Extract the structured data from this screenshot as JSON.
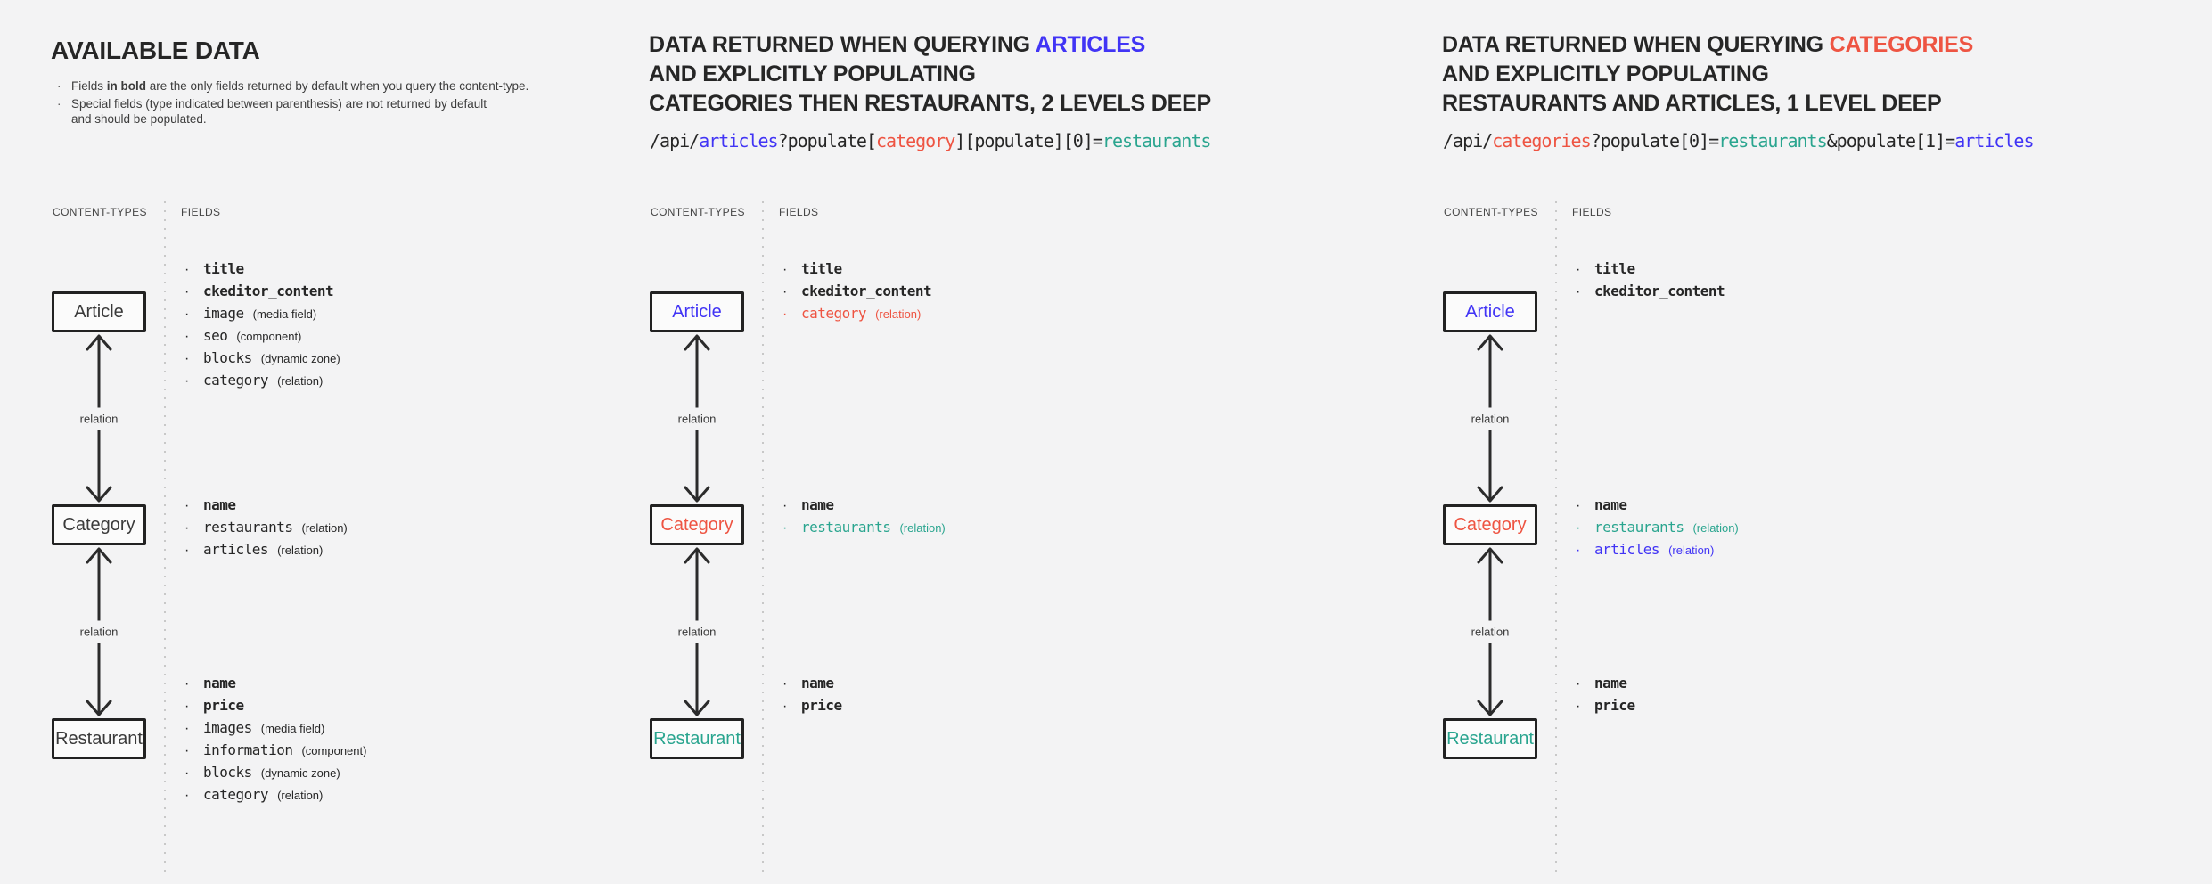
{
  "ui": {
    "bullet": "·"
  },
  "colors": {
    "bg": "#f3f3f4",
    "dark": "#262626",
    "blue": "#4134f5",
    "red": "#ee5442",
    "teal": "#2aa58f"
  },
  "panels": [
    {
      "title_lines": [
        [
          {
            "t": "AVAILABLE DATA",
            "c": "dark"
          }
        ]
      ],
      "notes": [
        {
          "segments": [
            [
              "Fields ",
              false
            ],
            [
              "in bold",
              true
            ],
            [
              " are the only fields returned by default when you query the content-type.",
              false
            ]
          ]
        },
        {
          "segments": [
            [
              "Special fields (type indicated between parenthesis) are not returned by default\nand should be populated.",
              false
            ]
          ]
        }
      ],
      "content_types_label": "CONTENT-TYPES",
      "fields_label": "FIELDS",
      "relation_label": "relation",
      "nodes": [
        {
          "label": "Article",
          "c": "dark",
          "fields": [
            {
              "name": "title",
              "bold": true,
              "c": "dark",
              "type": ""
            },
            {
              "name": "ckeditor_content",
              "bold": true,
              "c": "dark",
              "type": ""
            },
            {
              "name": "image",
              "bold": false,
              "c": "dark",
              "type": "(media field)"
            },
            {
              "name": "seo",
              "bold": false,
              "c": "dark",
              "type": "(component)"
            },
            {
              "name": "blocks",
              "bold": false,
              "c": "dark",
              "type": "(dynamic zone)"
            },
            {
              "name": "category",
              "bold": false,
              "c": "dark",
              "type": "(relation)"
            }
          ]
        },
        {
          "label": "Category",
          "c": "dark",
          "fields": [
            {
              "name": "name",
              "bold": true,
              "c": "dark",
              "type": ""
            },
            {
              "name": "restaurants",
              "bold": false,
              "c": "dark",
              "type": "(relation)"
            },
            {
              "name": "articles",
              "bold": false,
              "c": "dark",
              "type": "(relation)"
            }
          ]
        },
        {
          "label": "Restaurant",
          "c": "dark",
          "fields": [
            {
              "name": "name",
              "bold": true,
              "c": "dark",
              "type": ""
            },
            {
              "name": "price",
              "bold": true,
              "c": "dark",
              "type": ""
            },
            {
              "name": "images",
              "bold": false,
              "c": "dark",
              "type": "(media field)"
            },
            {
              "name": "information",
              "bold": false,
              "c": "dark",
              "type": "(component)"
            },
            {
              "name": "blocks",
              "bold": false,
              "c": "dark",
              "type": "(dynamic zone)"
            },
            {
              "name": "category",
              "bold": false,
              "c": "dark",
              "type": "(relation)"
            }
          ]
        }
      ]
    },
    {
      "title_lines": [
        [
          {
            "t": "DATA RETURNED WHEN QUERYING ",
            "c": "dark"
          },
          {
            "t": "ARTICLES",
            "c": "blue"
          }
        ],
        [
          {
            "t": "AND EXPLICITLY POPULATING",
            "c": "dark"
          }
        ],
        [
          {
            "t": "CATEGORIES THEN RESTAURANTS, 2 LEVELS DEEP",
            "c": "dark"
          }
        ]
      ],
      "api_tokens": [
        {
          "t": "/api/",
          "c": "dark"
        },
        {
          "t": "articles",
          "c": "blue"
        },
        {
          "t": "?populate[",
          "c": "dark"
        },
        {
          "t": "category",
          "c": "red"
        },
        {
          "t": "][populate][0]=",
          "c": "dark"
        },
        {
          "t": "restaurants",
          "c": "teal"
        }
      ],
      "content_types_label": "CONTENT-TYPES",
      "fields_label": "FIELDS",
      "relation_label": "relation",
      "nodes": [
        {
          "label": "Article",
          "c": "blue",
          "fields": [
            {
              "name": "title",
              "bold": true,
              "c": "dark",
              "type": ""
            },
            {
              "name": "ckeditor_content",
              "bold": true,
              "c": "dark",
              "type": ""
            },
            {
              "name": "category",
              "bold": false,
              "c": "red",
              "type": "(relation)"
            }
          ]
        },
        {
          "label": "Category",
          "c": "red",
          "fields": [
            {
              "name": "name",
              "bold": true,
              "c": "dark",
              "type": ""
            },
            {
              "name": "restaurants",
              "bold": false,
              "c": "teal",
              "type": "(relation)"
            }
          ]
        },
        {
          "label": "Restaurant",
          "c": "teal",
          "fields": [
            {
              "name": "name",
              "bold": true,
              "c": "dark",
              "type": ""
            },
            {
              "name": "price",
              "bold": true,
              "c": "dark",
              "type": ""
            }
          ]
        }
      ]
    },
    {
      "title_lines": [
        [
          {
            "t": "DATA RETURNED WHEN QUERYING ",
            "c": "dark"
          },
          {
            "t": "CATEGORIES",
            "c": "red"
          }
        ],
        [
          {
            "t": "AND EXPLICITLY POPULATING",
            "c": "dark"
          }
        ],
        [
          {
            "t": "RESTAURANTS AND ARTICLES, 1 LEVEL DEEP",
            "c": "dark"
          }
        ]
      ],
      "api_tokens": [
        {
          "t": "/api/",
          "c": "dark"
        },
        {
          "t": "categories",
          "c": "red"
        },
        {
          "t": "?populate[0]=",
          "c": "dark"
        },
        {
          "t": "restaurants",
          "c": "teal"
        },
        {
          "t": "&populate[1]=",
          "c": "dark"
        },
        {
          "t": "articles",
          "c": "blue"
        }
      ],
      "content_types_label": "CONTENT-TYPES",
      "fields_label": "FIELDS",
      "relation_label": "relation",
      "nodes": [
        {
          "label": "Article",
          "c": "blue",
          "fields": [
            {
              "name": "title",
              "bold": true,
              "c": "dark",
              "type": ""
            },
            {
              "name": "ckeditor_content",
              "bold": true,
              "c": "dark",
              "type": ""
            }
          ]
        },
        {
          "label": "Category",
          "c": "red",
          "fields": [
            {
              "name": "name",
              "bold": true,
              "c": "dark",
              "type": ""
            },
            {
              "name": "restaurants",
              "bold": false,
              "c": "teal",
              "type": "(relation)"
            },
            {
              "name": "articles",
              "bold": false,
              "c": "blue",
              "type": "(relation)"
            }
          ]
        },
        {
          "label": "Restaurant",
          "c": "teal",
          "fields": [
            {
              "name": "name",
              "bold": true,
              "c": "dark",
              "type": ""
            },
            {
              "name": "price",
              "bold": true,
              "c": "dark",
              "type": ""
            }
          ]
        }
      ]
    }
  ]
}
